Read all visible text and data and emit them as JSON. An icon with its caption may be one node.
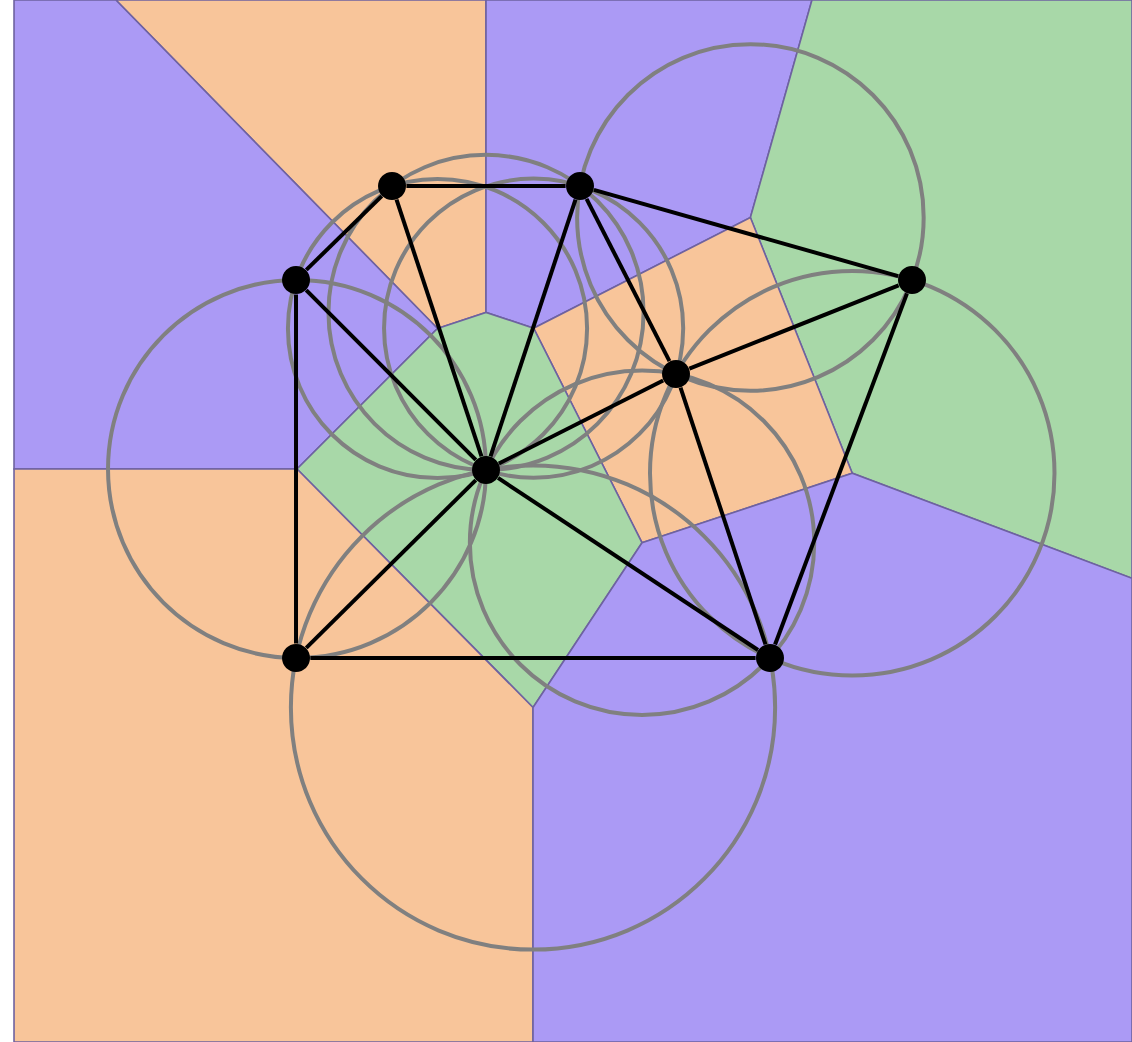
{
  "diagram": {
    "nodes": [
      {
        "text": [],
        "shape": "circle"
      },
      {
        "text": [],
        "shape": "circle"
      },
      {
        "text": [],
        "shape": "circle"
      },
      {
        "text": [],
        "shape": "circle"
      },
      {
        "text": [],
        "shape": "circle"
      },
      {
        "text": [],
        "shape": "circle"
      },
      {
        "text": [],
        "shape": "circle"
      },
      {
        "text": [],
        "shape": "circle"
      }
    ],
    "edges": [
      {
        "from": 0,
        "to": 1,
        "arrow": "none"
      },
      {
        "from": 0,
        "to": 2,
        "arrow": "none"
      },
      {
        "from": 0,
        "to": 5,
        "arrow": "none"
      },
      {
        "from": 1,
        "to": 5,
        "arrow": "none"
      },
      {
        "from": 1,
        "to": 4,
        "arrow": "none"
      },
      {
        "from": 1,
        "to": 3,
        "arrow": "none"
      },
      {
        "from": 2,
        "to": 5,
        "arrow": "none"
      },
      {
        "from": 2,
        "to": 6,
        "arrow": "none"
      },
      {
        "from": 3,
        "to": 4,
        "arrow": "none"
      },
      {
        "from": 3,
        "to": 7,
        "arrow": "none"
      },
      {
        "from": 4,
        "to": 5,
        "arrow": "none"
      },
      {
        "from": 4,
        "to": 7,
        "arrow": "none"
      },
      {
        "from": 5,
        "to": 6,
        "arrow": "none"
      },
      {
        "from": 5,
        "to": 7,
        "arrow": "none"
      },
      {
        "from": 6,
        "to": 7,
        "arrow": "none"
      }
    ]
  }
}
